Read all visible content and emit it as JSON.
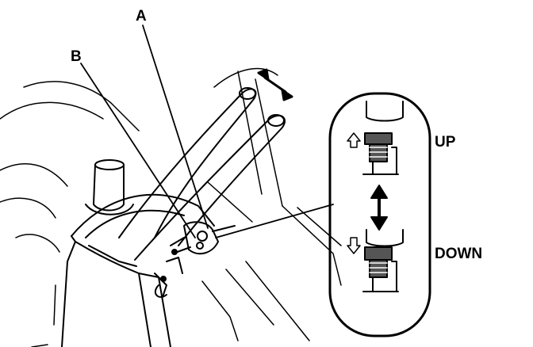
{
  "callouts": {
    "a": "A",
    "b": "B"
  },
  "detail": {
    "up_label": "UP",
    "down_label": "DOWN"
  },
  "colors": {
    "line": "#000000",
    "background": "#ffffff",
    "spring_fill": "#555555"
  },
  "icons": {
    "up": "up-arrow-icon",
    "down": "down-arrow-icon",
    "swing": "double-arrow-icon",
    "toggle": "vertical-double-arrow-icon"
  }
}
